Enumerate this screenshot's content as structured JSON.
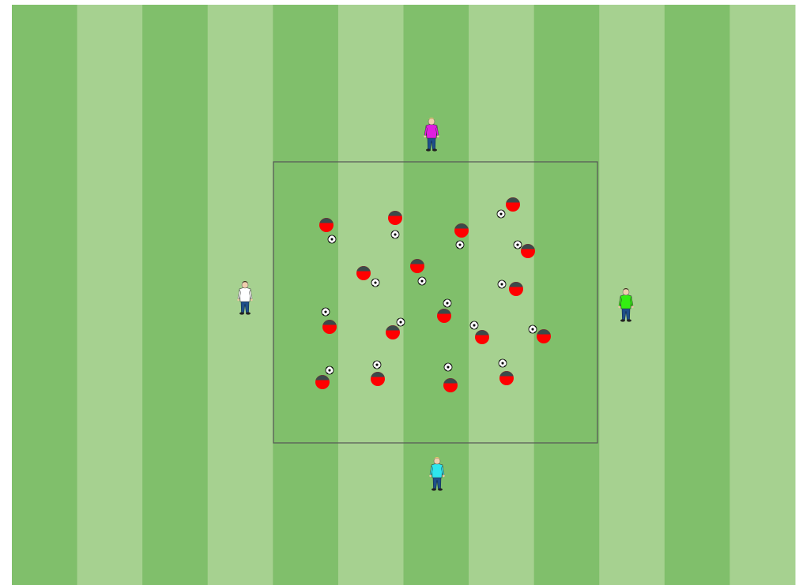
{
  "colors": {
    "stripe_dark": "#80bf6b",
    "stripe_light": "#a6d190",
    "player_red": "#ff0000",
    "cone_top": "#3b4a4a",
    "coach_shirt": "#ffffff",
    "target_top_shirt": "#e01ee0",
    "target_right_shirt": "#33ee11",
    "target_bottom_shirt": "#2ee6ee",
    "trousers": "#1f4f8a",
    "square_line": "#555555"
  },
  "icons": {
    "player_marker": "red-player-marker-icon",
    "ball": "soccer-ball-icon",
    "figure": "standing-person-icon"
  },
  "counts": {
    "stripes": 12,
    "red_players": 17,
    "balls": 17,
    "figures": 4
  }
}
